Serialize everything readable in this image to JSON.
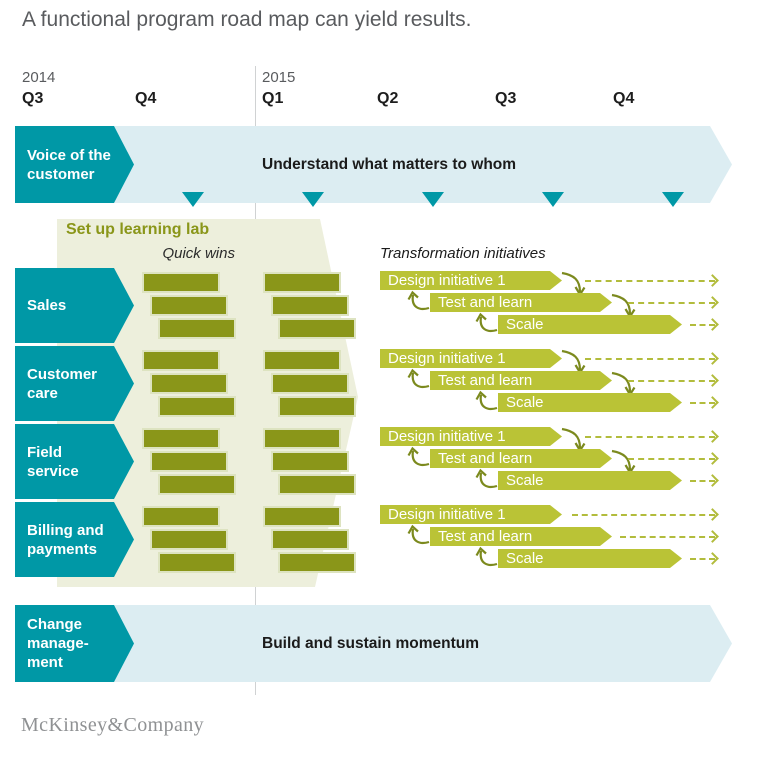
{
  "title": "A functional program road map can yield results.",
  "timeline": {
    "years": [
      "2014",
      "2015"
    ],
    "quarters": [
      "Q3",
      "Q4",
      "Q1",
      "Q2",
      "Q3",
      "Q4"
    ]
  },
  "voice_row": {
    "label": "Voice of the customer",
    "band_text": "Understand what matters to whom",
    "milestone_count": 5
  },
  "learning_lab": {
    "label": "Set up learning lab",
    "quick_wins_label": "Quick wins",
    "transformation_label": "Transformation initiatives"
  },
  "function_rows": [
    {
      "label": "Sales",
      "initiatives": [
        "Design initiative 1",
        "Test and learn",
        "Scale"
      ]
    },
    {
      "label": "Customer care",
      "initiatives": [
        "Design initiative 1",
        "Test and learn",
        "Scale"
      ]
    },
    {
      "label": "Field service",
      "initiatives": [
        "Design initiative 1",
        "Test and learn",
        "Scale"
      ]
    },
    {
      "label": "Billing and payments",
      "initiatives": [
        "Design initiative 1",
        "Test and learn",
        "Scale"
      ]
    }
  ],
  "change_row": {
    "label": "Change manage-ment",
    "band_text": "Build and sustain momentum"
  },
  "footer": {
    "brand": "McKinsey&Company"
  },
  "colors": {
    "teal": "#0098a6",
    "light_blue_band": "#dcedf2",
    "olive_bar": "#8a9619",
    "light_green_bar": "#bac336",
    "pale_panel": "#edefdc",
    "dotted_arrow": "#b2bc3c",
    "title_gray": "#595b5e"
  }
}
